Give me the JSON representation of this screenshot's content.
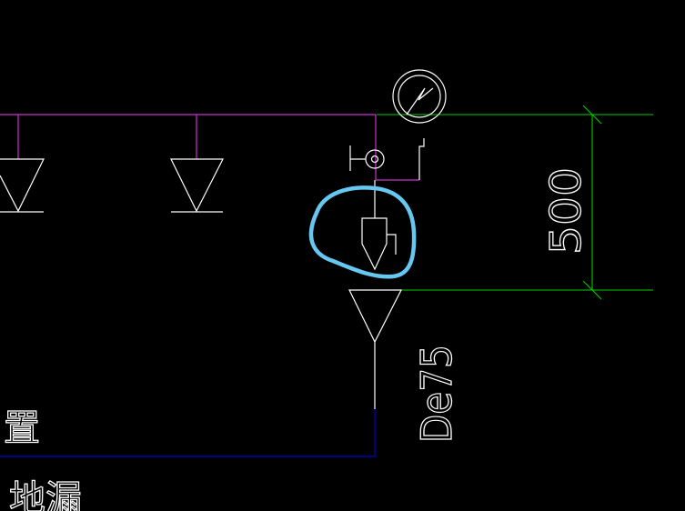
{
  "drawing": {
    "background_color": "#000000",
    "colors": {
      "magenta_pipe": "#cc33cc",
      "white_linework": "#ffffff",
      "green_dimension": "#00cc00",
      "blue_boundary": "#0000cc",
      "cyan_markup": "#66c8f0"
    },
    "dimension": {
      "value": "500"
    },
    "pipe_label": {
      "text": "De75"
    },
    "side_text": {
      "char_1": "置",
      "line_2": "地漏"
    },
    "symbols": [
      "sprinkler-head-pendent",
      "sprinkler-head-pendent",
      "sprinkler-head-pendent",
      "pressure-gauge-icon",
      "test-valve-icon",
      "drain-outlet-icon"
    ]
  }
}
